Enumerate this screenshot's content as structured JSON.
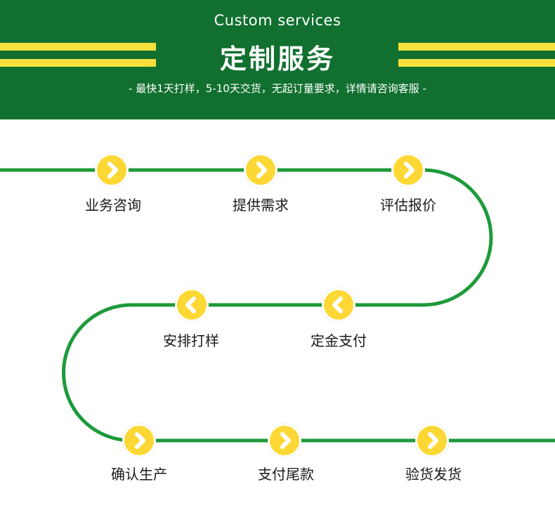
{
  "header": {
    "subtitle_en": "Custom services",
    "title_cn": "定制服务",
    "tagline": "- 最快1天打样，5-10天交货，无起订量要求，详情请咨询客服 -"
  },
  "colors": {
    "header_bg": "#11702f",
    "stripe_yellow": "#f7e03b",
    "line_green": "#1e9a3a",
    "circle_yellow": "#fdd835",
    "arrow_white": "#ffffff"
  },
  "steps": [
    {
      "label": "业务咨询",
      "direction": "right",
      "icon": "chevron-right-icon"
    },
    {
      "label": "提供需求",
      "direction": "right",
      "icon": "chevron-right-icon"
    },
    {
      "label": "评估报价",
      "direction": "right",
      "icon": "chevron-right-icon"
    },
    {
      "label": "定金支付",
      "direction": "left",
      "icon": "chevron-left-icon"
    },
    {
      "label": "安排打样",
      "direction": "left",
      "icon": "chevron-left-icon"
    },
    {
      "label": "确认生产",
      "direction": "right",
      "icon": "chevron-right-icon"
    },
    {
      "label": "支付尾款",
      "direction": "right",
      "icon": "chevron-right-icon"
    },
    {
      "label": "验货发货",
      "direction": "right",
      "icon": "chevron-right-icon"
    }
  ]
}
